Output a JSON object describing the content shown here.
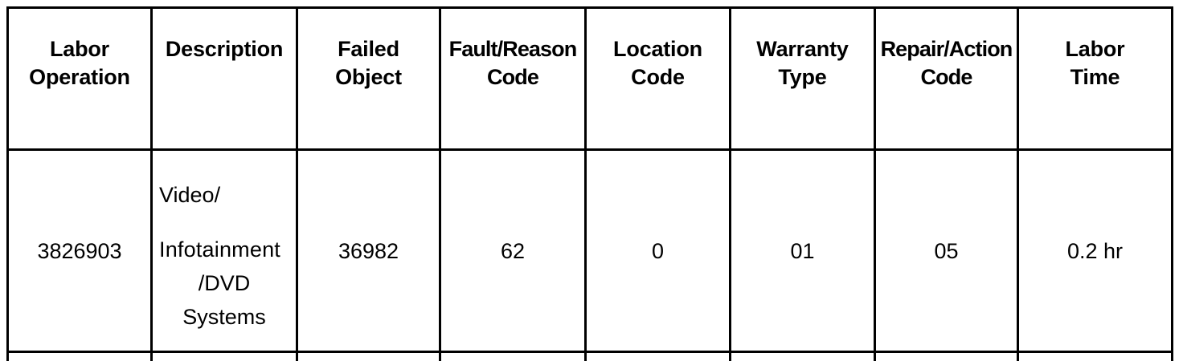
{
  "document": {
    "type": "table",
    "title": "Labor Operation Table",
    "border_color": "#000000",
    "background_color": "#ffffff",
    "text_color": "#000000"
  },
  "table": {
    "columns": [
      {
        "key": "labor_operation",
        "header": "Labor\nOperation",
        "header_line1": "Labor",
        "header_line2": "Operation"
      },
      {
        "key": "description",
        "header": "Description",
        "header_line1": "Description",
        "header_line2": ""
      },
      {
        "key": "failed_object",
        "header": "Failed\nObject",
        "header_line1": "Failed",
        "header_line2": "Object"
      },
      {
        "key": "fault_reason_code",
        "header": "Fault/Reason\nCode",
        "header_line1": "Fault/Reason",
        "header_line2": "Code"
      },
      {
        "key": "location_code",
        "header": "Location\nCode",
        "header_line1": "Location",
        "header_line2": "Code"
      },
      {
        "key": "warranty_type",
        "header": "Warranty\nType",
        "header_line1": "Warranty",
        "header_line2": "Type"
      },
      {
        "key": "repair_action_code",
        "header": "Repair/Action\nCode",
        "header_line1": "Repair/Action",
        "header_line2": "Code"
      },
      {
        "key": "labor_time",
        "header": "Labor\nTime",
        "header_line1": "Labor",
        "header_line2": "Time"
      }
    ],
    "rows": [
      {
        "labor_operation": "3826903",
        "description": "Video/ Infotainment /DVD Systems",
        "description_lines": [
          "Video/",
          "Infotainment",
          "/DVD",
          "Systems"
        ],
        "failed_object": "36982",
        "fault_reason_code": "62",
        "location_code": "0",
        "warranty_type": "01",
        "repair_action_code": "05",
        "labor_time": "0.2 hr"
      }
    ]
  }
}
